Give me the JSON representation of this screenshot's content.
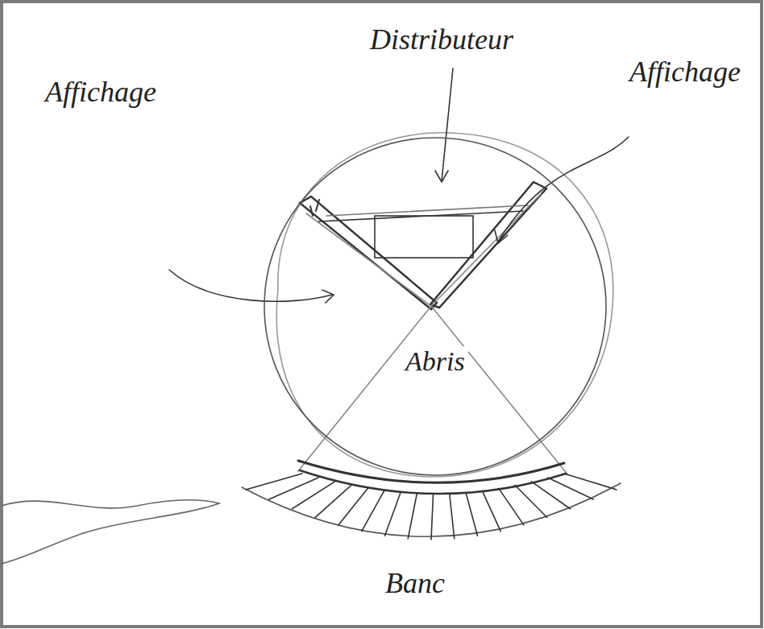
{
  "diagram": {
    "nodes": [
      {
        "text": [
          "Abris"
        ]
      }
    ],
    "labels": [
      "Distributeur",
      "Affichage",
      "Affichage",
      "Banc"
    ]
  }
}
